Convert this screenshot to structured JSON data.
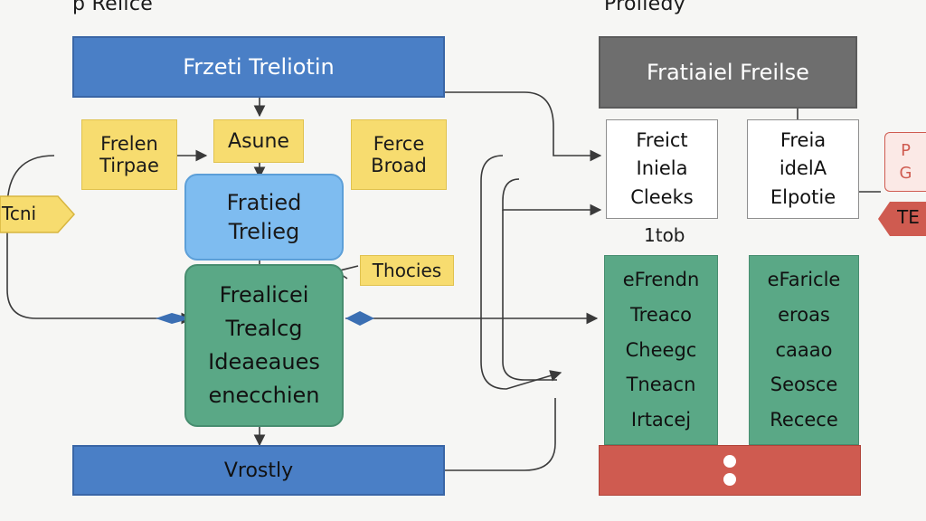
{
  "headings": {
    "left": "p Reilce",
    "right": "Proliedy"
  },
  "left_column": {
    "top_bar": "Frzeti Treliotin",
    "yellow_left": [
      "Frelen",
      "Tirpae"
    ],
    "yellow_mid": "Asune",
    "yellow_right": [
      "Ferce",
      "Broad"
    ],
    "side_tag": "Tcni",
    "blue_box": [
      "Fratied",
      "Trelieg"
    ],
    "callout": "Thocies",
    "green_box": [
      "Frealicei",
      "Trealcg",
      "Ideaeaues",
      "enecchien"
    ],
    "bottom_bar": "Vrostly"
  },
  "right_column": {
    "gray_bar": "Fratiaiel Freilse",
    "white_left": [
      "Freict",
      "Iniela",
      "Cleeks"
    ],
    "white_right": [
      "Freia",
      "idelA",
      "Elpotie"
    ],
    "under_label": "1tob",
    "green_left": [
      "eFrendn",
      "Treaco",
      "Cheegc",
      "Tneacn",
      "Irtacej"
    ],
    "green_right": [
      "eFaricle",
      "eroas",
      "caaao",
      "Seosce",
      "Recece"
    ],
    "red_tab_top": [
      "P",
      "G"
    ],
    "red_tab_bottom": "TE"
  },
  "colors": {
    "blue": "#4a7fc6",
    "gray": "#6e6e6e",
    "yellow": "#f7dc6f",
    "light_blue": "#7ebcf0",
    "green": "#5aa886",
    "red": "#cf5b50"
  }
}
